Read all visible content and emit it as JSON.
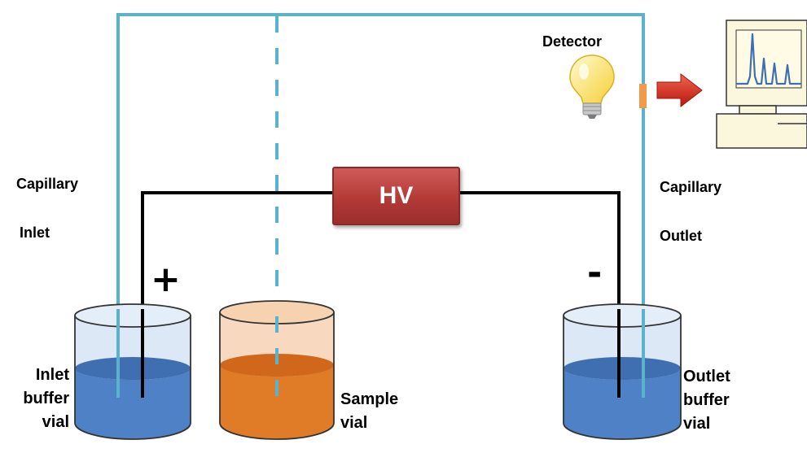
{
  "labels": {
    "detector": "Detector",
    "capillary_left": "Capillary",
    "inlet": "Inlet",
    "capillary_right": "Capillary",
    "outlet": "Outlet",
    "hv": "HV",
    "plus": "+",
    "minus": "-",
    "inlet_vial": [
      "Inlet",
      "buffer",
      "vial"
    ],
    "sample_vial": [
      "Sample",
      "vial"
    ],
    "outlet_vial": [
      "Outlet",
      "buffer",
      "vial"
    ]
  },
  "colors": {
    "capillary": "#5ab3cc",
    "wire": "#000000",
    "buffer_liquid": "#4f81c7",
    "sample_liquid": "#e07b28",
    "hv_box": "#b33a37",
    "arrow": "#d42a1a",
    "detector_window": "#f39a4a",
    "monitor_body": "#fbf7dc",
    "trace": "#3f6fb0"
  },
  "icons": {
    "detector": "lightbulb-icon",
    "signal": "right-arrow-icon",
    "readout": "computer-monitor-icon"
  }
}
